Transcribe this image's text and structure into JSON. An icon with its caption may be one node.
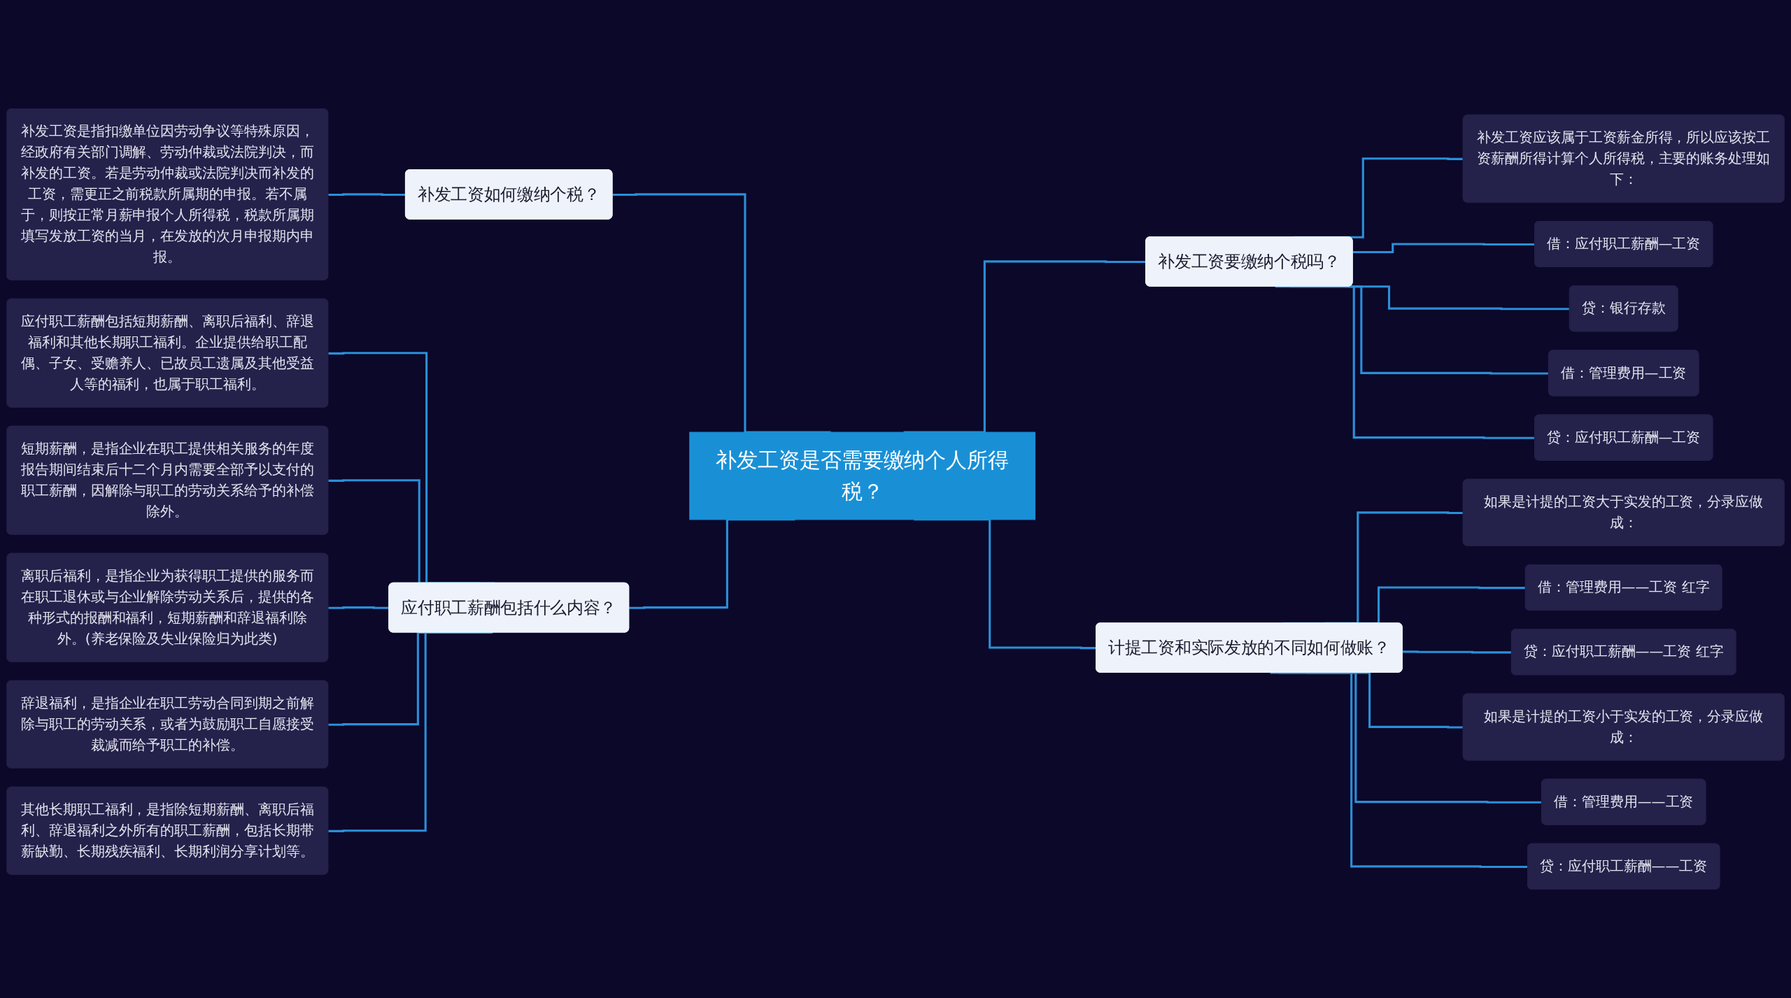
{
  "diagram": {
    "nodes": [
      {
        "text": [
          "补发工资是否需要缴纳个人所得税？"
        ]
      },
      {
        "text": [
          "补发工资如何缴纳个税？"
        ]
      },
      {
        "text": [
          "补发工资是指扣缴单位因劳动争议等特殊原因，经政府有关部门调解、劳动仲裁或法院判决，而补发的工资。若是劳动仲裁或法院判决而补发的工资，需更正之前税款所属期的申报。若不属于，则按正常月薪申报个人所得税，税款所属期填写发放工资的当月，在发放的次月申报期内申报。"
        ]
      },
      {
        "text": [
          "应付职工薪酬包括什么内容？"
        ]
      },
      {
        "text": [
          "应付职工薪酬包括短期薪酬、离职后福利、辞退福利和其他长期职工福利。企业提供给职工配偶、子女、受赡养人、已故员工遗属及其他受益人等的福利，也属于职工福利。"
        ]
      },
      {
        "text": [
          "短期薪酬，是指企业在职工提供相关服务的年度报告期间结束后十二个月内需要全部予以支付的职工薪酬，因解除与职工的劳动关系给予的补偿除外。"
        ]
      },
      {
        "text": [
          "离职后福利，是指企业为获得职工提供的服务而在职工退休或与企业解除劳动关系后，提供的各种形式的报酬和福利，短期薪酬和辞退福利除外。(养老保险及失业保险归为此类)"
        ]
      },
      {
        "text": [
          "辞退福利，是指企业在职工劳动合同到期之前解除与职工的劳动关系，或者为鼓励职工自愿接受裁减而给予职工的补偿。"
        ]
      },
      {
        "text": [
          "其他长期职工福利，是指除短期薪酬、离职后福利、辞退福利之外所有的职工薪酬，包括长期带薪缺勤、长期残疾福利、长期利润分享计划等。"
        ]
      },
      {
        "text": [
          "补发工资要缴纳个税吗？"
        ]
      },
      {
        "text": [
          "补发工资应该属于工资薪金所得，所以应该按工资薪酬所得计算个人所得税，主要的账务处理如下："
        ]
      },
      {
        "text": [
          "借：应付职工薪酬—工资"
        ]
      },
      {
        "text": [
          "贷：银行存款"
        ]
      },
      {
        "text": [
          "借：管理费用—工资"
        ]
      },
      {
        "text": [
          "贷：应付职工薪酬—工资"
        ]
      },
      {
        "text": [
          "计提工资和实际发放的不同如何做账？"
        ]
      },
      {
        "text": [
          "如果是计提的工资大于实发的工资，分录应做成："
        ]
      },
      {
        "text": [
          "借：管理费用——工资 红字"
        ]
      },
      {
        "text": [
          "贷：应付职工薪酬——工资 红字"
        ]
      },
      {
        "text": [
          "如果是计提的工资小于实发的工资，分录应做成："
        ]
      },
      {
        "text": [
          "借：管理费用——工资"
        ]
      },
      {
        "text": [
          "贷：应付职工薪酬——工资"
        ]
      }
    ],
    "edges": [
      {
        "from": 2,
        "to": 1,
        "arrow": "none"
      },
      {
        "from": 1,
        "to": 0,
        "arrow": "none"
      },
      {
        "from": 4,
        "to": 3,
        "arrow": "none"
      },
      {
        "from": 5,
        "to": 3,
        "arrow": "none"
      },
      {
        "from": 6,
        "to": 3,
        "arrow": "none"
      },
      {
        "from": 7,
        "to": 3,
        "arrow": "none"
      },
      {
        "from": 8,
        "to": 3,
        "arrow": "none"
      },
      {
        "from": 3,
        "to": 0,
        "arrow": "none"
      },
      {
        "from": 0,
        "to": 9,
        "arrow": "none"
      },
      {
        "from": 9,
        "to": 10,
        "arrow": "none"
      },
      {
        "from": 9,
        "to": 11,
        "arrow": "none"
      },
      {
        "from": 9,
        "to": 12,
        "arrow": "none"
      },
      {
        "from": 9,
        "to": 13,
        "arrow": "none"
      },
      {
        "from": 9,
        "to": 14,
        "arrow": "none"
      },
      {
        "from": 0,
        "to": 15,
        "arrow": "none"
      },
      {
        "from": 15,
        "to": 16,
        "arrow": "none"
      },
      {
        "from": 15,
        "to": 17,
        "arrow": "none"
      },
      {
        "from": 15,
        "to": 18,
        "arrow": "none"
      },
      {
        "from": 15,
        "to": 19,
        "arrow": "none"
      },
      {
        "from": 15,
        "to": 20,
        "arrow": "none"
      },
      {
        "from": 15,
        "to": 21,
        "arrow": "none"
      }
    ]
  }
}
